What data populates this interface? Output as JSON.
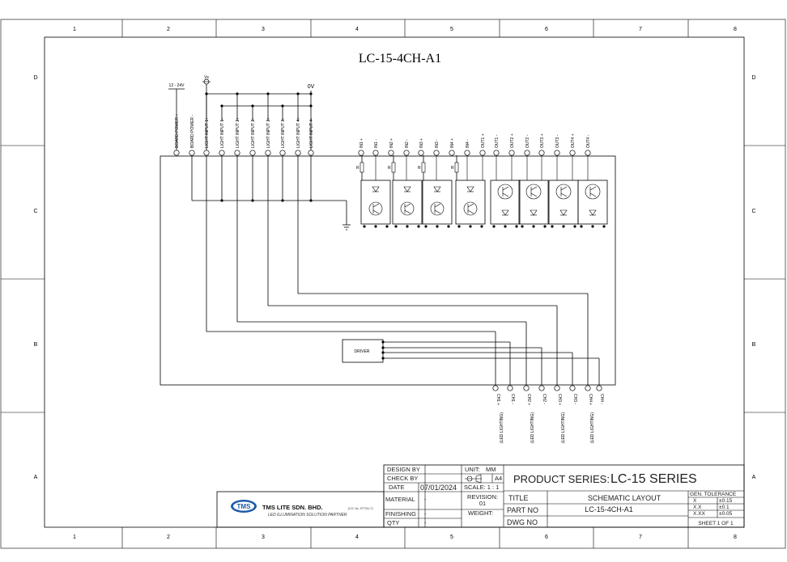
{
  "drawing": {
    "title": "LC-15-4CH-A1",
    "col_numbers": [
      "1",
      "2",
      "3",
      "4",
      "5",
      "6",
      "7",
      "8"
    ],
    "row_letters": [
      "D",
      "C",
      "B",
      "A"
    ]
  },
  "power": {
    "supply_label": "12 - 24V",
    "vs_label": "Vs",
    "zero_v_label": "0V"
  },
  "input_pins": [
    "BOARD POWER +",
    "BOARD POWER -",
    "LIGHT INPUT 1+",
    "LIGHT INPUT 1-",
    "LIGHT INPUT 2+",
    "LIGHT INPUT 2-",
    "LIGHT INPUT 3+",
    "LIGHT INPUT 3-",
    "LIGHT INPUT 4+",
    "LIGHT INPUT 4-"
  ],
  "module_pins": [
    "IN1 +",
    "IN1 -",
    "IN2 +",
    "IN2 -",
    "IN3 +",
    "IN3 -",
    "IN4 +",
    "IN4 -",
    "OUT1 +",
    "OUT1 -",
    "OUT2 +",
    "OUT2 -",
    "OUT3 +",
    "OUT3 -",
    "OUT4 +",
    "OUT4 -"
  ],
  "resistor_label": "R",
  "driver_label": "DRIVER",
  "channel_pins": [
    "CH1 +",
    "CH1 -",
    "CH2 +",
    "CH2 -",
    "CH3 +",
    "CH3 -",
    "CH4 +",
    "CH4 -"
  ],
  "channel_groups": [
    "(LED LIGHTING)",
    "(LED LIGHTING)",
    "(LED LIGHTING)",
    "(LED LIGHTING)"
  ],
  "title_block": {
    "design_by": "DESIGN BY",
    "check_by": "CHECK BY",
    "date_label": "DATE",
    "date_value": "07/01/2024",
    "unit_label": "UNIT:",
    "unit_value": "MM",
    "paper": "A4",
    "scale": "SCALE: 1 : 1",
    "material_label": "MATERIAL",
    "material_value": "-",
    "finishing_label": "FINISHING",
    "finishing_value": "-",
    "qty_label": "QTY",
    "qty_value": "-",
    "revision_label": "REVISION:",
    "revision_value": "01",
    "weight_label": "WEIGHT:",
    "product_series_label": "PRODUCT SERIES:",
    "product_series_value": "LC-15 SERIES",
    "title_label": "TITLE",
    "title_value": "SCHEMATIC  LAYOUT",
    "part_no_label": "PART NO",
    "part_no_value": "LC-15-4CH-A1",
    "dwg_no_label": "DWG NO",
    "gen_tol_label": "GEN. TOLERANCE",
    "tol_rows": [
      {
        "k": "X",
        "v": "±0.15"
      },
      {
        "k": "X.X",
        "v": "±0.1"
      },
      {
        "k": "X.XX",
        "v": "±0.05"
      }
    ],
    "sheet": "SHEET 1 OF 1",
    "company_logo": "TMS",
    "company_name": "TMS LITE SDN. BHD.",
    "company_reg": "(CO. No. 977311-T)",
    "company_tagline": "LED ILLUMINATION SOLUTION PARTNER"
  }
}
